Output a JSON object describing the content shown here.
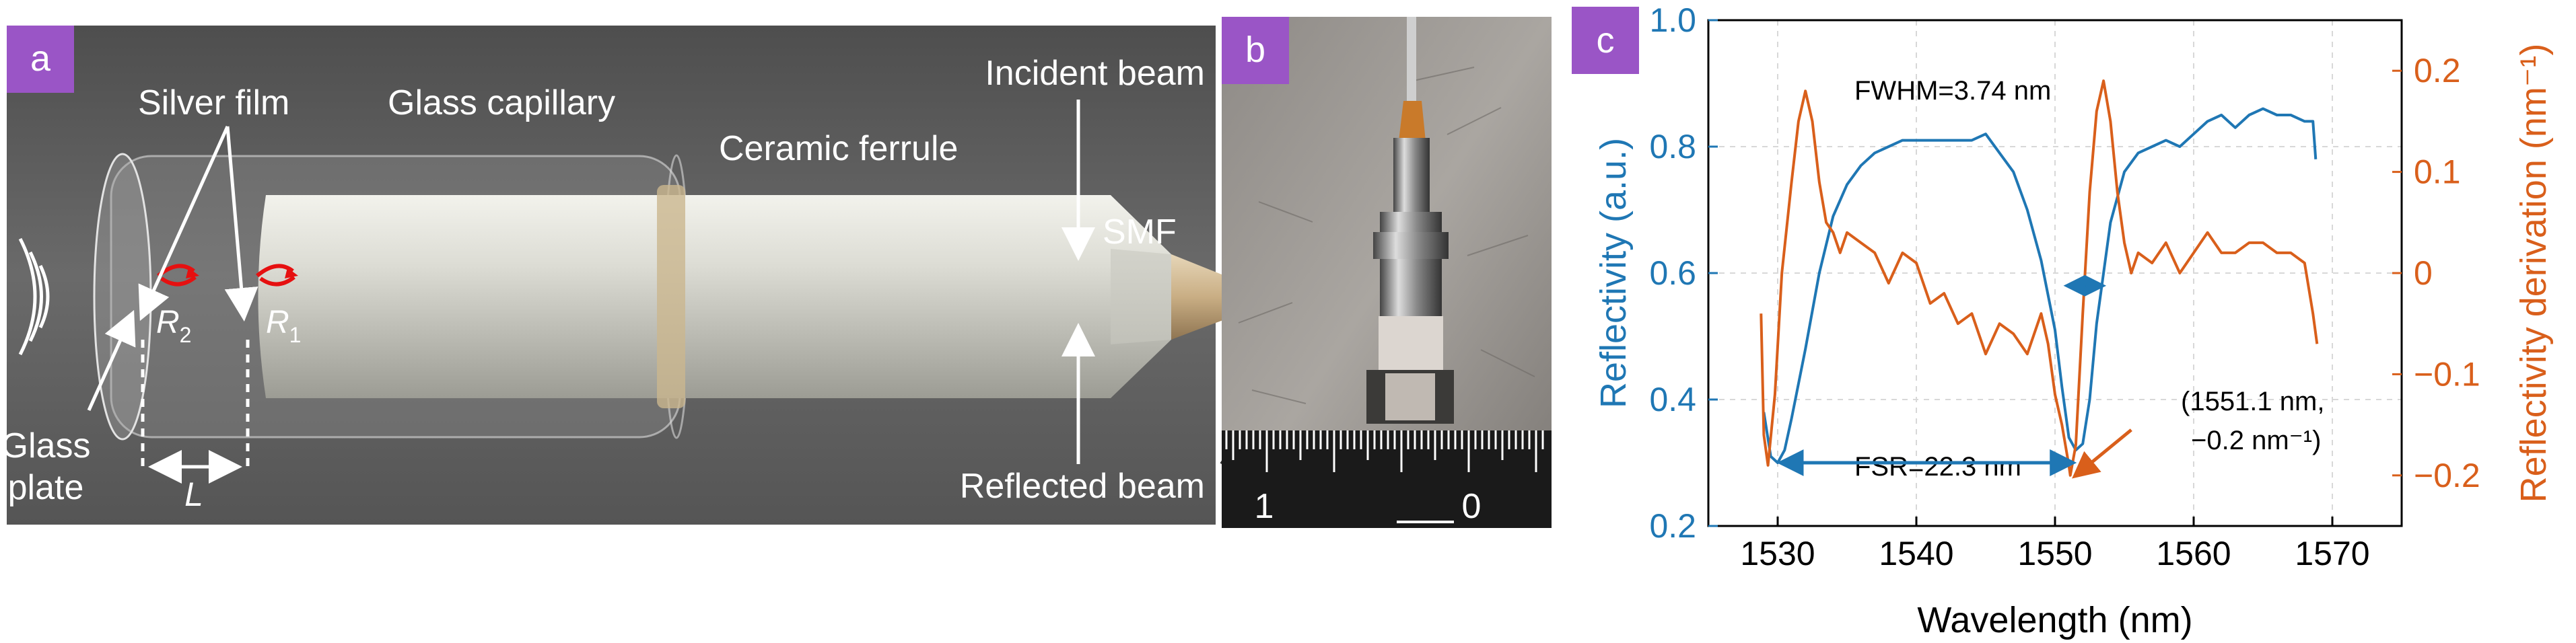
{
  "panel_a": {
    "tag": "a",
    "labels": {
      "silver_film": "Silver film",
      "glass_capillary": "Glass capillary",
      "ceramic_ferrule": "Ceramic ferrule",
      "incident_beam": "Incident beam",
      "smf": "SMF",
      "reflected_beam": "Reflected beam",
      "glass_plate_1": "Glass",
      "glass_plate_2": "plate",
      "r2": "R",
      "r2_sub": "2",
      "r1": "R",
      "r1_sub": "1",
      "gap": "L"
    }
  },
  "panel_b": {
    "tag": "b",
    "ruler_labels": [
      "1",
      "0"
    ]
  },
  "panel_c": {
    "tag": "c",
    "annotations": {
      "fwhm": "FWHM=3.74 nm",
      "fsr": "FSR=22.3 nm",
      "point_1": "(1551.1 nm,",
      "point_2": "−0.2 nm⁻¹)"
    },
    "colors": {
      "reflectivity": "#1f77b4",
      "derivation": "#d95f1b"
    }
  },
  "chart_data": {
    "type": "line",
    "xlabel": "Wavelength (nm)",
    "ylabel": "Reflectivity (a.u.)",
    "y2label": "Reflectivity derivation (nm⁻¹)",
    "xlim": [
      1525,
      1575
    ],
    "ylim": [
      0.2,
      1.0
    ],
    "y2lim": [
      -0.25,
      0.25
    ],
    "xticks": [
      "1530",
      "1540",
      "1550",
      "1560",
      "1570"
    ],
    "yticks": [
      "0.2",
      "0.4",
      "0.6",
      "0.8",
      "1.0"
    ],
    "y2ticks": [
      "−0.2",
      "−0.1",
      "0",
      "0.1",
      "0.2"
    ],
    "grid": true,
    "series": [
      {
        "axis": "left",
        "x": [
          1529,
          1529.5,
          1530,
          1530.5,
          1531,
          1532,
          1533,
          1534,
          1535,
          1536,
          1537,
          1538,
          1539,
          1540,
          1542,
          1544,
          1545,
          1546,
          1547,
          1548,
          1549,
          1550,
          1550.5,
          1551,
          1551.5,
          1552,
          1552.5,
          1553,
          1554,
          1555,
          1556,
          1557,
          1558,
          1559,
          1560,
          1561,
          1562,
          1563,
          1564,
          1565,
          1566,
          1567,
          1568,
          1568.6,
          1568.8
        ],
        "y": [
          0.38,
          0.31,
          0.3,
          0.32,
          0.37,
          0.48,
          0.6,
          0.69,
          0.74,
          0.77,
          0.79,
          0.8,
          0.81,
          0.81,
          0.81,
          0.81,
          0.82,
          0.79,
          0.76,
          0.7,
          0.62,
          0.51,
          0.42,
          0.34,
          0.32,
          0.33,
          0.4,
          0.52,
          0.68,
          0.76,
          0.79,
          0.8,
          0.81,
          0.8,
          0.82,
          0.84,
          0.85,
          0.83,
          0.85,
          0.86,
          0.85,
          0.85,
          0.84,
          0.84,
          0.78
        ]
      },
      {
        "axis": "right",
        "x": [
          1528.8,
          1529,
          1529.3,
          1529.8,
          1530.3,
          1531,
          1531.5,
          1532,
          1532.5,
          1533,
          1533.5,
          1534,
          1534.5,
          1535,
          1536,
          1537,
          1538,
          1539,
          1540,
          1541,
          1542,
          1543,
          1544,
          1545,
          1546,
          1547,
          1548,
          1549,
          1549.5,
          1550,
          1550.5,
          1551,
          1551.1,
          1551.5,
          1552,
          1552.5,
          1553,
          1553.5,
          1554,
          1554.5,
          1555,
          1555.5,
          1556,
          1557,
          1558,
          1559,
          1560,
          1561,
          1562,
          1563,
          1564,
          1565,
          1566,
          1567,
          1568,
          1568.6,
          1568.9
        ],
        "y": [
          -0.04,
          -0.16,
          -0.19,
          -0.12,
          0.0,
          0.09,
          0.15,
          0.18,
          0.15,
          0.09,
          0.05,
          0.04,
          0.02,
          0.04,
          0.03,
          0.02,
          -0.01,
          0.02,
          0.01,
          -0.03,
          -0.02,
          -0.05,
          -0.04,
          -0.08,
          -0.05,
          -0.06,
          -0.08,
          -0.04,
          -0.07,
          -0.12,
          -0.15,
          -0.19,
          -0.2,
          -0.17,
          -0.04,
          0.08,
          0.16,
          0.19,
          0.15,
          0.08,
          0.03,
          0.0,
          0.02,
          0.01,
          0.03,
          0.0,
          0.02,
          0.04,
          0.02,
          0.02,
          0.03,
          0.03,
          0.02,
          0.02,
          0.01,
          -0.04,
          -0.07
        ]
      }
    ]
  }
}
